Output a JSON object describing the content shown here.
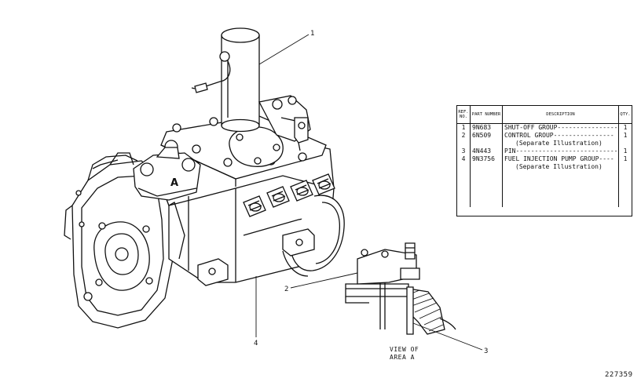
{
  "diagram": {
    "area_label": "A",
    "callouts": {
      "c1": "1",
      "c2": "2",
      "c3": "3",
      "c4": "4"
    },
    "view_caption_line1": "VIEW OF",
    "view_caption_line2": "AREA  A",
    "drawing_number": "227359"
  },
  "parts_table": {
    "headers": {
      "ref": "REF. NO.",
      "part": "PART NUMBER",
      "desc": "DESCRIPTION",
      "qty": "QTY."
    },
    "rows": [
      {
        "ref": "1",
        "part": "9N683",
        "desc": "SHUT-OFF GROUP-----------------",
        "qty": "1"
      },
      {
        "ref": "2",
        "part": "6N509",
        "desc": "CONTROL GROUP----------------",
        "qty": "1"
      },
      {
        "ref": "",
        "part": "",
        "desc": "(Separate Illustration)",
        "qty": ""
      },
      {
        "ref": "3",
        "part": "4N443",
        "desc": "PIN---------------------------",
        "qty": "1"
      },
      {
        "ref": "4",
        "part": "9N3756",
        "desc": "FUEL INJECTION PUMP GROUP----",
        "qty": "1"
      },
      {
        "ref": "",
        "part": "",
        "desc": "(Separate Illustration)",
        "qty": ""
      }
    ]
  }
}
